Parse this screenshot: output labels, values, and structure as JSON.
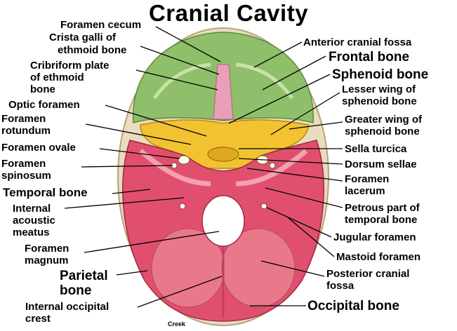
{
  "title": "Cranial Cavity",
  "credit": "Creek",
  "labels": {
    "foramen_cecum": "Foramen cecum",
    "crista_galli_1": "Crista galli of",
    "crista_galli_2": "ethmoid bone",
    "cribriform_1": "Cribriform plate",
    "cribriform_2": "of ethmoid",
    "cribriform_3": "bone",
    "optic_foramen": "Optic foramen",
    "foramen_rotundum_1": "Foramen",
    "foramen_rotundum_2": "rotundum",
    "foramen_ovale": "Foramen ovale",
    "foramen_spinosum_1": "Foramen",
    "foramen_spinosum_2": "spinosum",
    "temporal_bone": "Temporal bone",
    "internal_acoustic_1": "Internal",
    "internal_acoustic_2": "acoustic",
    "internal_acoustic_3": "meatus",
    "foramen_magnum_1": "Foramen",
    "foramen_magnum_2": "magnum",
    "parietal_bone_1": "Parietal",
    "parietal_bone_2": "bone",
    "internal_occipital_1": "Internal occipital",
    "internal_occipital_2": "crest",
    "anterior_cranial_fossa": "Anterior cranial fossa",
    "frontal_bone": "Frontal bone",
    "sphenoid_bone": "Sphenoid bone",
    "lesser_wing_1": "Lesser wing of",
    "lesser_wing_2": "sphenoid bone",
    "greater_wing_1": "Greater wing of",
    "greater_wing_2": "sphenoid bone",
    "sella_turcica": "Sella turcica",
    "dorsum_sellae": "Dorsum sellae",
    "foramen_lacerum_1": "Foramen",
    "foramen_lacerum_2": "lacerum",
    "petrous_1": "Petrous part of",
    "petrous_2": "temporal bone",
    "jugular_foramen": "Jugular foramen",
    "mastoid_foramen": "Mastoid foramen",
    "posterior_fossa_1": "Posterior cranial",
    "posterior_fossa_2": "fossa",
    "occipital_bone": "Occipital bone"
  },
  "colors": {
    "frontal": "#8fbf6a",
    "sphenoid": "#f2c230",
    "temporal": "#e0506e",
    "occipital": "#e8788a",
    "skull_rim": "#e8d8b8",
    "ethmoid": "#e8a0b8"
  }
}
